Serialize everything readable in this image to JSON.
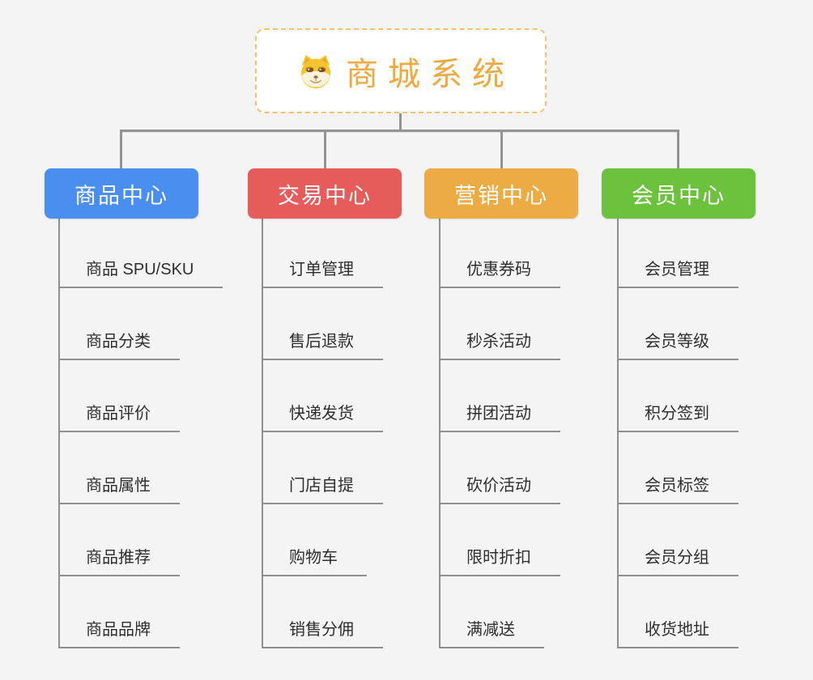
{
  "canvas": {
    "background": "#f4f4f4",
    "connector_color": "#8f8f8f"
  },
  "root": {
    "title": "商城系统",
    "icon": "doge-face-icon",
    "accent_color": "#efa93e",
    "border_color": "#f5c06b"
  },
  "branches": [
    {
      "label": "商品中心",
      "color": "#4a8ef0",
      "items": [
        "商品 SPU/SKU",
        "商品分类",
        "商品评价",
        "商品属性",
        "商品推荐",
        "商品品牌"
      ]
    },
    {
      "label": "交易中心",
      "color": "#e65c5a",
      "items": [
        "订单管理",
        "售后退款",
        "快递发货",
        "门店自提",
        "购物车",
        "销售分佣"
      ]
    },
    {
      "label": "营销中心",
      "color": "#ecab43",
      "items": [
        "优惠券码",
        "秒杀活动",
        "拼团活动",
        "砍价活动",
        "限时折扣",
        "满减送"
      ]
    },
    {
      "label": "会员中心",
      "color": "#6cc13d",
      "items": [
        "会员管理",
        "会员等级",
        "积分签到",
        "会员标签",
        "会员分组",
        "收货地址"
      ]
    }
  ]
}
